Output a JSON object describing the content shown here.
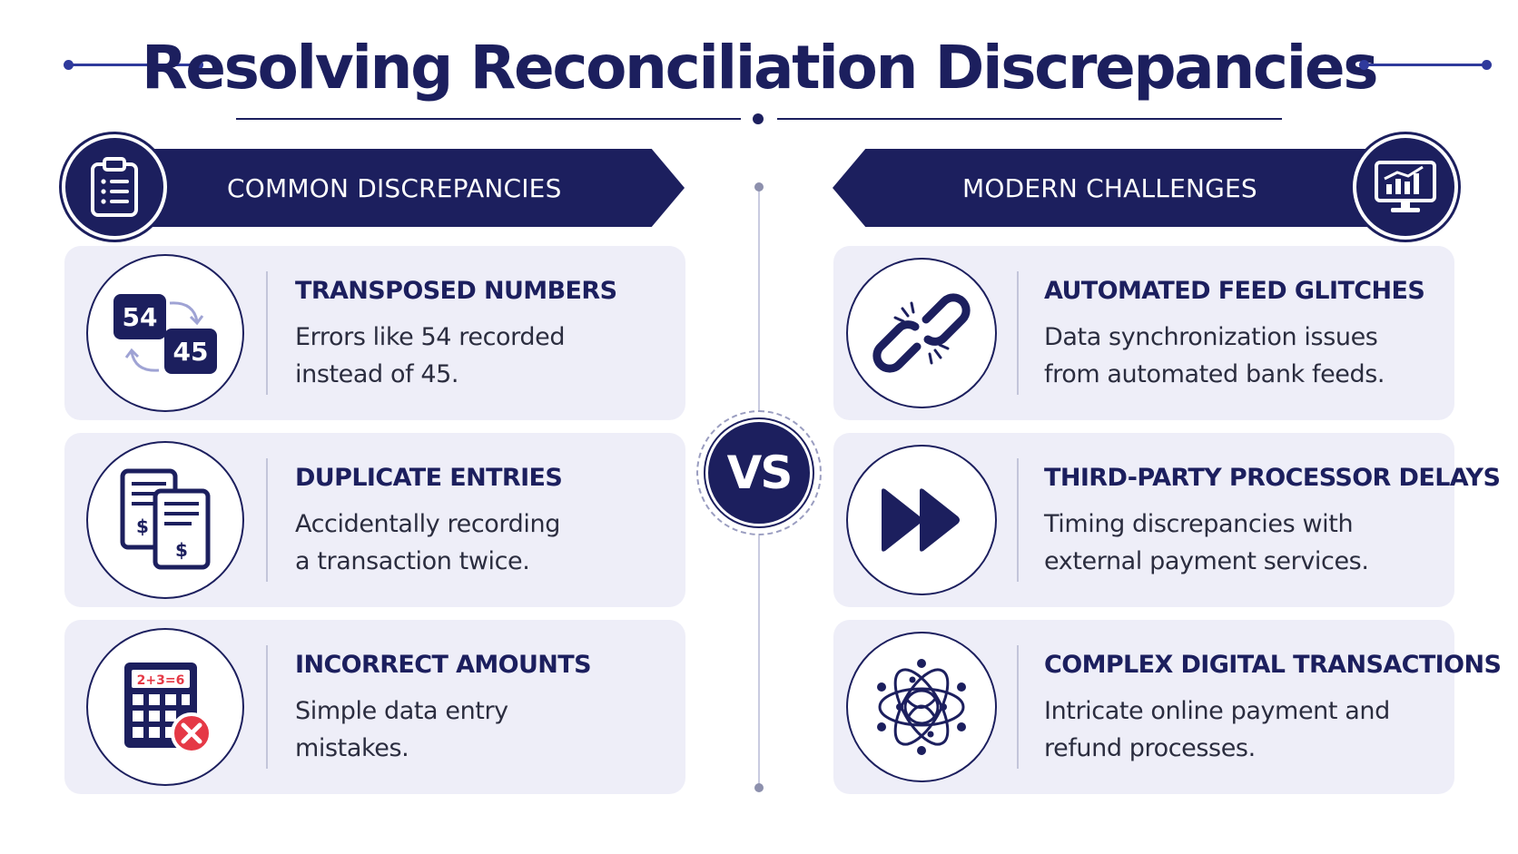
{
  "title": "Resolving Reconciliation Discrepancies",
  "vs_label": "VS",
  "left": {
    "header": "COMMON DISCREPANCIES",
    "header_icon": "clipboard-checklist-icon",
    "items": [
      {
        "title": "TRANSPOSED NUMBERS",
        "desc_line1": "Errors like 54 recorded",
        "desc_line2": "instead of 45.",
        "icon": "swap-numbers-icon",
        "num_a": "54",
        "num_b": "45"
      },
      {
        "title": "DUPLICATE ENTRIES",
        "desc_line1": "Accidentally recording",
        "desc_line2": "a transaction twice.",
        "icon": "duplicate-documents-icon",
        "currency": "$"
      },
      {
        "title": "INCORRECT AMOUNTS",
        "desc_line1": "Simple data entry",
        "desc_line2": "mistakes.",
        "icon": "calculator-error-icon",
        "equation": "2+3=6"
      }
    ]
  },
  "right": {
    "header": "MODERN CHALLENGES",
    "header_icon": "monitor-chart-icon",
    "items": [
      {
        "title": "AUTOMATED FEED GLITCHES",
        "desc_line1": "Data synchronization issues",
        "desc_line2": "from automated bank feeds.",
        "icon": "broken-link-icon"
      },
      {
        "title": "THIRD-PARTY PROCESSOR DELAYS",
        "desc_line1": "Timing discrepancies with",
        "desc_line2": "external payment services.",
        "icon": "fast-forward-icon"
      },
      {
        "title": "COMPLEX DIGITAL TRANSACTIONS",
        "desc_line1": "Intricate online payment and",
        "desc_line2": "refund processes.",
        "icon": "network-web-icon"
      }
    ]
  },
  "colors": {
    "navy": "#1c1f5e",
    "accent_blue": "#2f3a9c",
    "card_bg": "#eeeef8",
    "error_red": "#e53946",
    "text": "#2b2d3f"
  }
}
